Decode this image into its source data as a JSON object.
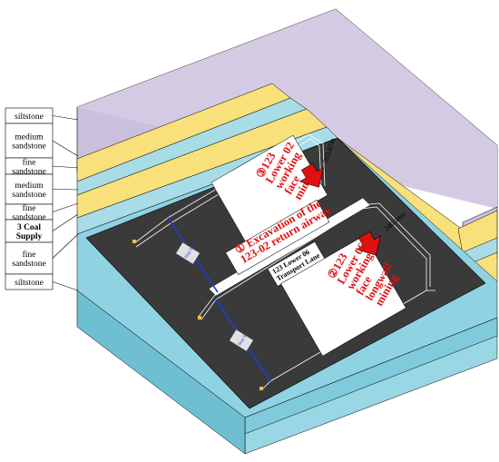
{
  "strata_legend": [
    {
      "label": "siltstone",
      "bold": false
    },
    {
      "label": "medium sandstone",
      "bold": false
    },
    {
      "label": "fine sandstone",
      "bold": false
    },
    {
      "label": "medium sandstone",
      "bold": false
    },
    {
      "label": "fine sandstone",
      "bold": false
    },
    {
      "label": "3 Coal Supply",
      "bold": true
    },
    {
      "label": "fine sandstone",
      "bold": false
    },
    {
      "label": "siltstone",
      "bold": false
    }
  ],
  "annotations": {
    "face_lower02": "③123 Lower 02 working face mining",
    "face_lower06": "②123 Lower 06 longwall working face mining",
    "return_airway": "① Excavation of the 123-02 return airway",
    "transport_lane": "123 Lower 06 Transport Lane",
    "dim_upper": "203.67m",
    "dim_lower": "240.44m"
  },
  "colors": {
    "top_layer": "#cbc0dc",
    "sandstone": "#f8e07a",
    "fine_layer": "#a8dde8",
    "coal": "#3a3a3a",
    "base": "#8fd3e3",
    "red": "#e01010",
    "blue_line": "#1e3bd6"
  }
}
